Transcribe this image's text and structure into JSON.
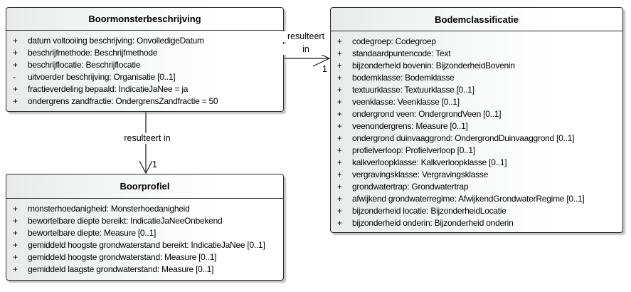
{
  "diagram": {
    "kind": "uml-class-diagram",
    "colors": {
      "box_border": "#2b2b2b",
      "box_fill_left": "#e9eaea",
      "box_fill_right": "#ffffff",
      "connector_line": "#1a1a1a",
      "text": "#000000"
    }
  },
  "classes": [
    {
      "title": "Boormonsterbeschrijving",
      "attributes": [
        {
          "vis": "+",
          "text": "datum voltooiing beschrijving: OnvolledigeDatum"
        },
        {
          "vis": "+",
          "text": "beschrijfmethode: Beschrijfmethode"
        },
        {
          "vis": "+",
          "text": "beschrijflocatie: Beschrijflocatie"
        },
        {
          "vis": "-",
          "text": "uitvoerder beschrijving: Organisatie [0..1]"
        },
        {
          "vis": "+",
          "text": "fractieverdeling bepaald: IndicatieJaNee = ja"
        },
        {
          "vis": "+",
          "text": "ondergrens zandfractie: OndergrensZandfractie = 50"
        }
      ]
    },
    {
      "title": "Bodemclassificatie",
      "attributes": [
        {
          "vis": "+",
          "text": "codegroep: Codegroep"
        },
        {
          "vis": "+",
          "text": "standaardpuntencode: Text"
        },
        {
          "vis": "+",
          "text": "bijzonderheid bovenin: BijzonderheidBovenin"
        },
        {
          "vis": "+",
          "text": "bodemklasse: Bodemklasse"
        },
        {
          "vis": "+",
          "text": "textuurklasse: Textuurklasse [0..1]"
        },
        {
          "vis": "+",
          "text": "veenklasse: Veenklasse [0..1]"
        },
        {
          "vis": "+",
          "text": "ondergrond veen: OndergrondVeen [0..1]"
        },
        {
          "vis": "+",
          "text": "veenondergrens: Measure [0..1]"
        },
        {
          "vis": "+",
          "text": "ondergrond duinvaaggrond: OndergrondDuinvaaggrond [0..1]"
        },
        {
          "vis": "+",
          "text": "profielverloop: Profielverloop [0..1]"
        },
        {
          "vis": "+",
          "text": "kalkverloopklasse: Kalkverloopklasse [0..1]"
        },
        {
          "vis": "+",
          "text": "vergravingsklasse: Vergravingsklasse"
        },
        {
          "vis": "+",
          "text": "grondwatertrap: Grondwatertrap"
        },
        {
          "vis": "+",
          "text": "afwijkend grondwaterregime: AfwijkendGrondwaterRegime [0..1]"
        },
        {
          "vis": "+",
          "text": "bijzonderheid locatie: BijzonderheidLocatie"
        },
        {
          "vis": "+",
          "text": "bijzonderheid onderin: Bijzonderheid onderin"
        }
      ]
    },
    {
      "title": "Boorprofiel",
      "attributes": [
        {
          "vis": "+",
          "text": "monsterhoedanigheid: Monsterhoedanigheid"
        },
        {
          "vis": "+",
          "text": "bewortelbare diepte bereikt: IndicatieJaNeeOnbekend"
        },
        {
          "vis": "+",
          "text": "bewortelbare diepte: Measure [0..1]"
        },
        {
          "vis": "+",
          "text": "gemiddeld hoogste grondwaterstand bereikt: IndicatieJaNee [0..1]"
        },
        {
          "vis": "+",
          "text": "gemiddeld hoogste grondwaterstand: Measure [0..1]"
        },
        {
          "vis": "+",
          "text": "gemiddeld laagste grondwaterstand: Measure [0..1]"
        }
      ]
    }
  ],
  "connectors": [
    {
      "from": "Boormonsterbeschrijving",
      "to": "Bodemclassificatie",
      "label_line1": "resulteert",
      "label_line2": "in",
      "target_multiplicity": "1"
    },
    {
      "from": "Boormonsterbeschrijving",
      "to": "Boorprofiel",
      "label": "resulteert in",
      "target_multiplicity": "1"
    }
  ]
}
